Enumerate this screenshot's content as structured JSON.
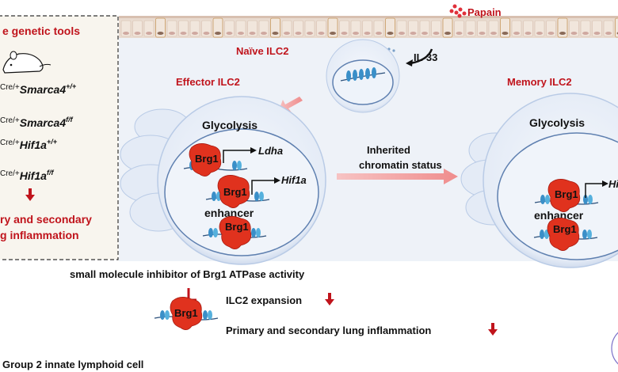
{
  "colors": {
    "accent_red": "#c0141c",
    "panel_bg": "#f8f5ee",
    "tissue_bg": "#eef2f8",
    "cell_blue": "#b9cbe6",
    "brg1_red": "#e0321e",
    "dna_blue": "#3a8fc8"
  },
  "left_panel": {
    "title": "e genetic tools",
    "mouse_icon": "mouse-icon",
    "genotypes": [
      {
        "prefix": "Cre/+",
        "gene": "Smarca4",
        "sup": "+/+"
      },
      {
        "prefix": "Cre/+",
        "gene": "Smarca4",
        "sup": "f/f"
      },
      {
        "prefix": "Cre/+",
        "gene": "Hif1a",
        "sup": "+/+"
      },
      {
        "prefix": "Cre/+",
        "gene": "Hif1a",
        "sup": "f/f"
      }
    ],
    "outcome_line1": "ry and secondary",
    "outcome_line2": "g inflammation"
  },
  "top": {
    "papain": "Papain",
    "il33": "IL-33",
    "naive": "Naïve ILC2",
    "effector": "Effector ILC2",
    "memory": "Memory ILC2"
  },
  "effector_cell": {
    "glycolysis": "Glycolysis",
    "brg1_a": "Brg1",
    "ldha": "Ldha",
    "brg1_b": "Brg1",
    "hif1a": "Hif1a",
    "enhancer": "enhancer",
    "brg1_c": "Brg1"
  },
  "transition": {
    "line1": "Inherited",
    "line2": "chromatin status"
  },
  "memory_cell": {
    "glycolysis": "Glycolysis",
    "brg1_a": "Brg1",
    "hif_cut": "Hi",
    "enhancer": "enhancer",
    "brg1_b": "Brg1"
  },
  "bottom": {
    "inhibitor": "small molecule inhibitor of Brg1 ATPase activity",
    "brg1": "Brg1",
    "effect1": "ILC2 expansion",
    "effect2": "Primary and secondary lung inflammation",
    "footnote": "Group 2 innate lymphoid cell"
  }
}
